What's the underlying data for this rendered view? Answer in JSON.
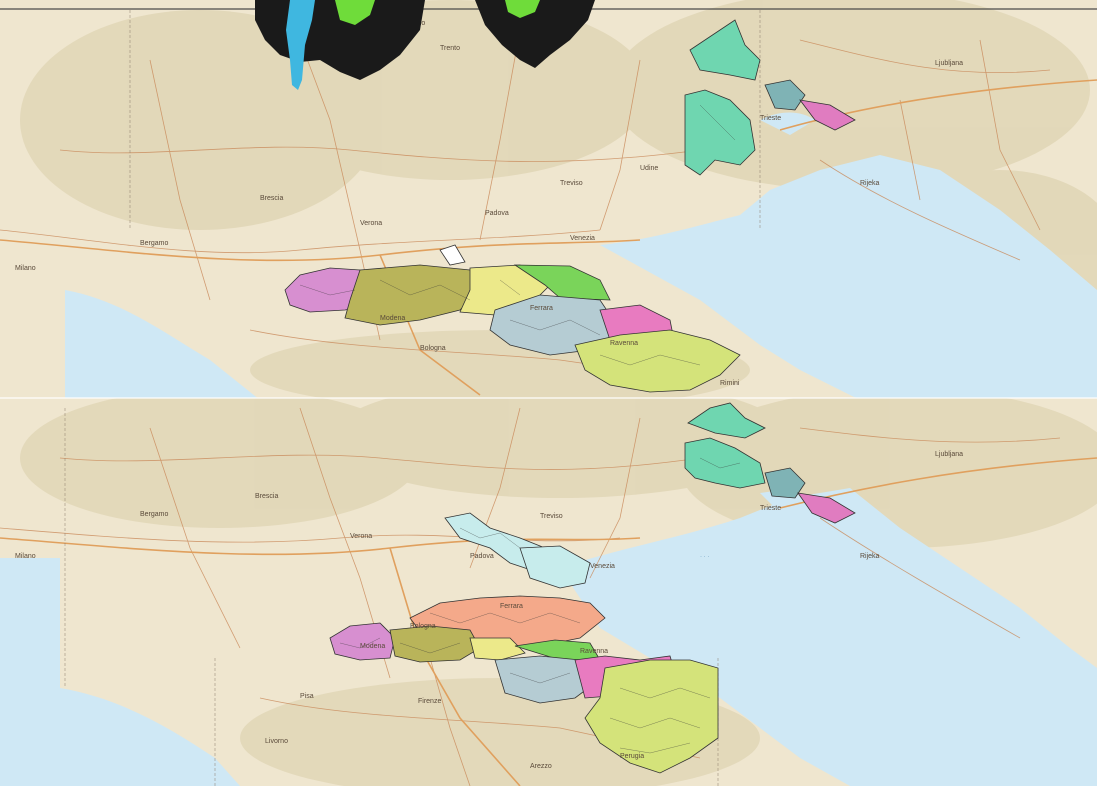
{
  "map": {
    "colors": {
      "land": "#efe6cf",
      "relief": "#d7cba5",
      "sea": "#cfe8f5",
      "road": "#c9895a",
      "major_road": "#e0a05e",
      "border": "#8a7a6a"
    },
    "regions": [
      {
        "name": "province-teal-north",
        "color": "#6fd6b0"
      },
      {
        "name": "province-steel-blue",
        "color": "#7fb3b5"
      },
      {
        "name": "province-pink-istria",
        "color": "#e07cc0"
      },
      {
        "name": "province-magenta-west",
        "color": "#d78fd0"
      },
      {
        "name": "province-olive",
        "color": "#b9b45a"
      },
      {
        "name": "province-yellow",
        "color": "#ece98a"
      },
      {
        "name": "province-green",
        "color": "#7ad45a"
      },
      {
        "name": "province-grey-blue",
        "color": "#b5ccd3"
      },
      {
        "name": "province-pink-east",
        "color": "#e87bc0"
      },
      {
        "name": "province-lime-south",
        "color": "#d4e37a"
      },
      {
        "name": "province-salmon",
        "color": "#f4a98a"
      },
      {
        "name": "province-pale-cyan",
        "color": "#c7ecec"
      }
    ],
    "labels": {
      "top": [
        "Bergamo",
        "Brescia",
        "Verona",
        "Padova",
        "Treviso",
        "Venezia",
        "Trieste",
        "Rijeka",
        "Ljubljana",
        "Milano",
        "Trento",
        "Bolzano",
        "Udine",
        "Bologna",
        "Modena",
        "Ferrara",
        "Ravenna",
        "Rimini"
      ],
      "bottom": [
        "Bergamo",
        "Brescia",
        "Verona",
        "Padova",
        "Treviso",
        "Venezia",
        "Trieste",
        "Rijeka",
        "Ljubljana",
        "Milano",
        "Firenze",
        "Pisa",
        "Livorno",
        "Bologna",
        "Modena",
        "Ferrara",
        "Ravenna",
        "Arezzo",
        "Perugia"
      ]
    },
    "stamp": {
      "icon": "paint-drip-icon",
      "colors": [
        "#1a1a1a",
        "#3fb7e0",
        "#6fdc3a"
      ]
    }
  }
}
